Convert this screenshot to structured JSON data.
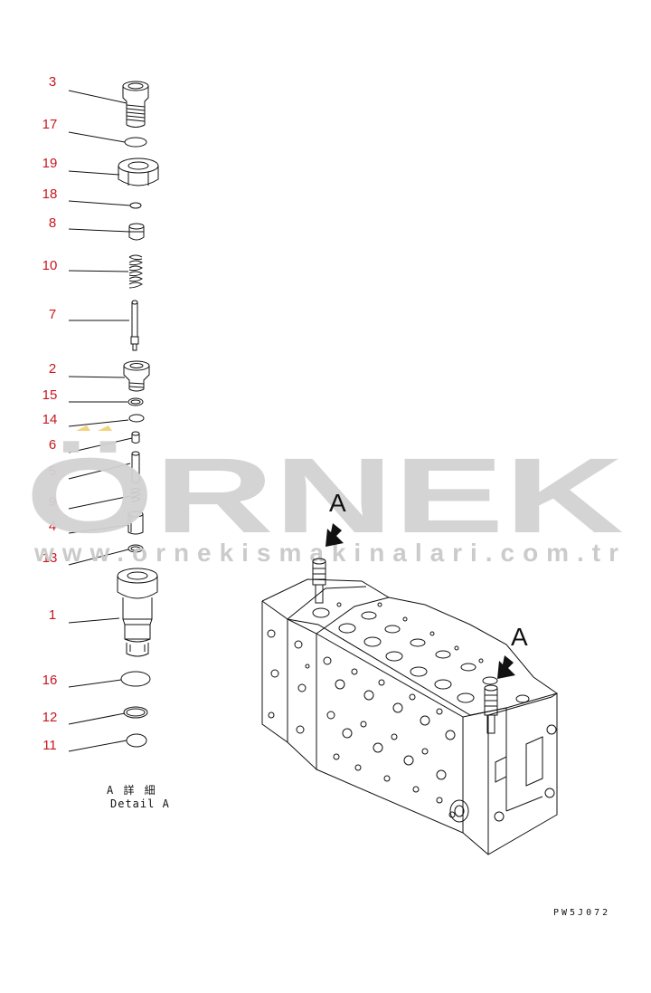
{
  "callouts": [
    {
      "id": "3",
      "label": "3"
    },
    {
      "id": "17",
      "label": "17"
    },
    {
      "id": "19",
      "label": "19"
    },
    {
      "id": "18",
      "label": "18"
    },
    {
      "id": "8",
      "label": "8"
    },
    {
      "id": "10",
      "label": "10"
    },
    {
      "id": "7",
      "label": "7"
    },
    {
      "id": "2",
      "label": "2"
    },
    {
      "id": "15",
      "label": "15"
    },
    {
      "id": "14",
      "label": "14"
    },
    {
      "id": "6",
      "label": "6"
    },
    {
      "id": "5",
      "label": "5"
    },
    {
      "id": "9",
      "label": "9"
    },
    {
      "id": "4",
      "label": "4"
    },
    {
      "id": "13",
      "label": "13"
    },
    {
      "id": "1",
      "label": "1"
    },
    {
      "id": "16",
      "label": "16"
    },
    {
      "id": "12",
      "label": "12"
    },
    {
      "id": "11",
      "label": "11"
    }
  ],
  "view_markers": {
    "left": "A",
    "right": "A"
  },
  "caption": {
    "jp": "A 詳 細",
    "en": "Detail A"
  },
  "drawing_code": "PW5J072",
  "watermark": {
    "brand": "ÖRNEK",
    "url": "www.ornekismakinalari.com.tr"
  },
  "colors": {
    "callout": "#c8161d",
    "line": "#111111",
    "watermark": "#d2d2d2"
  }
}
